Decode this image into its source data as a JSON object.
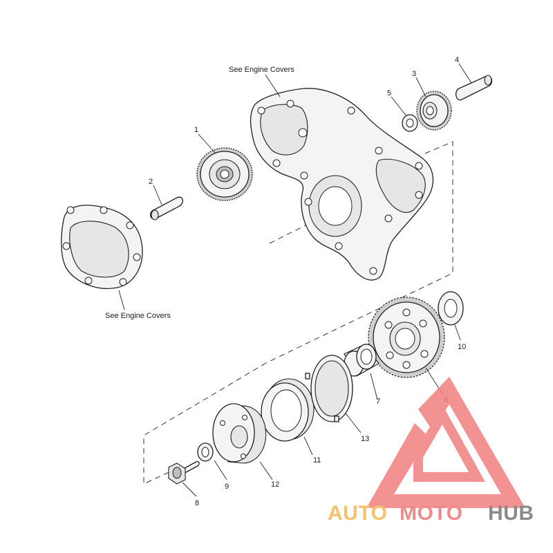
{
  "callouts": {
    "engine_covers_top": "See Engine Covers",
    "engine_covers_left": "See Engine Covers"
  },
  "parts": [
    {
      "num": "1"
    },
    {
      "num": "2"
    },
    {
      "num": "3"
    },
    {
      "num": "4"
    },
    {
      "num": "5"
    },
    {
      "num": "6"
    },
    {
      "num": "7"
    },
    {
      "num": "8"
    },
    {
      "num": "9"
    },
    {
      "num": "10"
    },
    {
      "num": "11"
    },
    {
      "num": "12"
    },
    {
      "num": "13"
    }
  ],
  "watermark": {
    "word_auto": "AUTO",
    "word_moto": "MOTO",
    "word_hub": "HUB",
    "color_auto": "#f5c26b",
    "color_moto": "#f08b8b",
    "color_hub": "#8a8a8a",
    "logo_color": "#f08080"
  }
}
